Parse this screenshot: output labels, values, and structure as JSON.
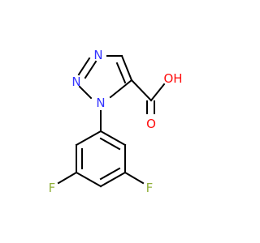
{
  "molecule": {
    "atoms": {
      "n_top": {
        "label": "N",
        "color": "#3333ff"
      },
      "n_left": {
        "label": "N",
        "color": "#3333ff"
      },
      "n_sub": {
        "label": "N",
        "color": "#3333ff"
      },
      "oh": {
        "label": "OH",
        "color": "#ff0d0d"
      },
      "o_carbonyl": {
        "label": "O",
        "color": "#ff0d0d"
      },
      "f_left": {
        "label": "F",
        "color": "#90b03a"
      },
      "f_right": {
        "label": "F",
        "color": "#90b03a"
      }
    }
  }
}
